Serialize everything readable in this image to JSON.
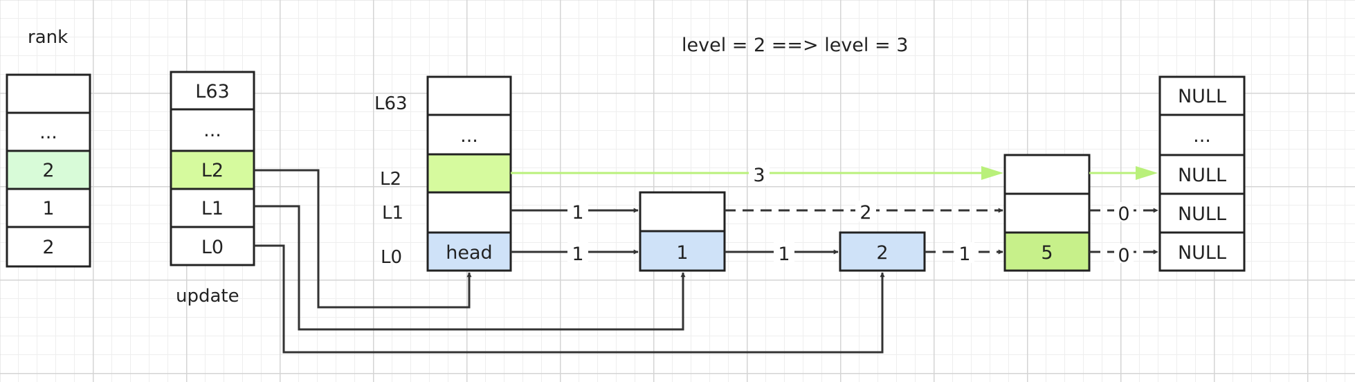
{
  "title": "level = 2  ==> level = 3",
  "rank": {
    "label": "rank",
    "cells": [
      "",
      "...",
      "2",
      "1",
      "2"
    ]
  },
  "update": {
    "label": "update",
    "cells": [
      "L63",
      "...",
      "L2",
      "L1",
      "L0"
    ]
  },
  "level_labels": [
    "L63",
    "L2",
    "L1",
    "L0"
  ],
  "head_column": {
    "cells": [
      "",
      "...",
      "",
      "",
      "head"
    ]
  },
  "nodes": {
    "node1": {
      "l1": "",
      "l0": "1"
    },
    "node2": {
      "l0": "2"
    },
    "node5": {
      "l2": "",
      "l1": "",
      "l0": "5"
    }
  },
  "null_column": {
    "cells": [
      "NULL",
      "...",
      "NULL",
      "NULL",
      "NULL"
    ]
  },
  "spans": {
    "l2_head_to_5": "3",
    "l1_head_to_1": "1",
    "l1_1_to_5": "2",
    "l1_5_to_null": "0",
    "l0_head_to_1": "1",
    "l0_1_to_2": "1",
    "l0_2_to_5": "1",
    "l0_5_to_null": "0"
  },
  "colors": {
    "green_light": "#d8fbd8",
    "green": "#d6fa9e",
    "green_node": "#c7f08a",
    "blue": "#cfe2f8",
    "grid": "#d4d4d4",
    "green_arrow": "#b9f07a"
  }
}
